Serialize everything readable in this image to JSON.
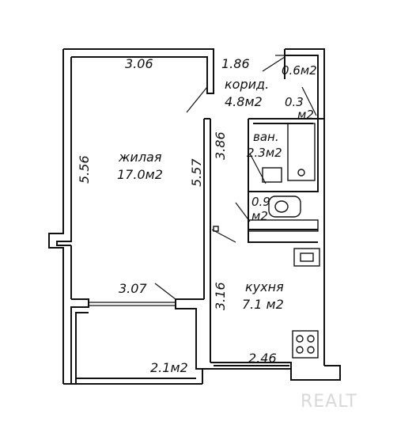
{
  "rooms": {
    "living": {
      "name": "жилая",
      "area": "17.0м2"
    },
    "corridor": {
      "name": "корид.",
      "area": "4.8м2"
    },
    "bathroom": {
      "name": "ван.",
      "area": "2.3м2"
    },
    "kitchen": {
      "name": "кухня",
      "area": "7.1 м2"
    },
    "balcony": {
      "area": "2.1м2"
    },
    "closet_a": {
      "area": "0.6м2"
    },
    "closet_b": {
      "value": "0.3",
      "unit": "м2"
    },
    "wc": {
      "value": "0.9",
      "unit": "м2"
    }
  },
  "dimensions": {
    "living_top": "3.06",
    "living_left": "5.56",
    "living_right": "5.57",
    "living_bottom": "3.07",
    "corridor_top": "1.86",
    "corridor_side": "3.86",
    "kitchen_side": "3.16",
    "kitchen_bottom": "2.46"
  },
  "watermark": "REALT"
}
